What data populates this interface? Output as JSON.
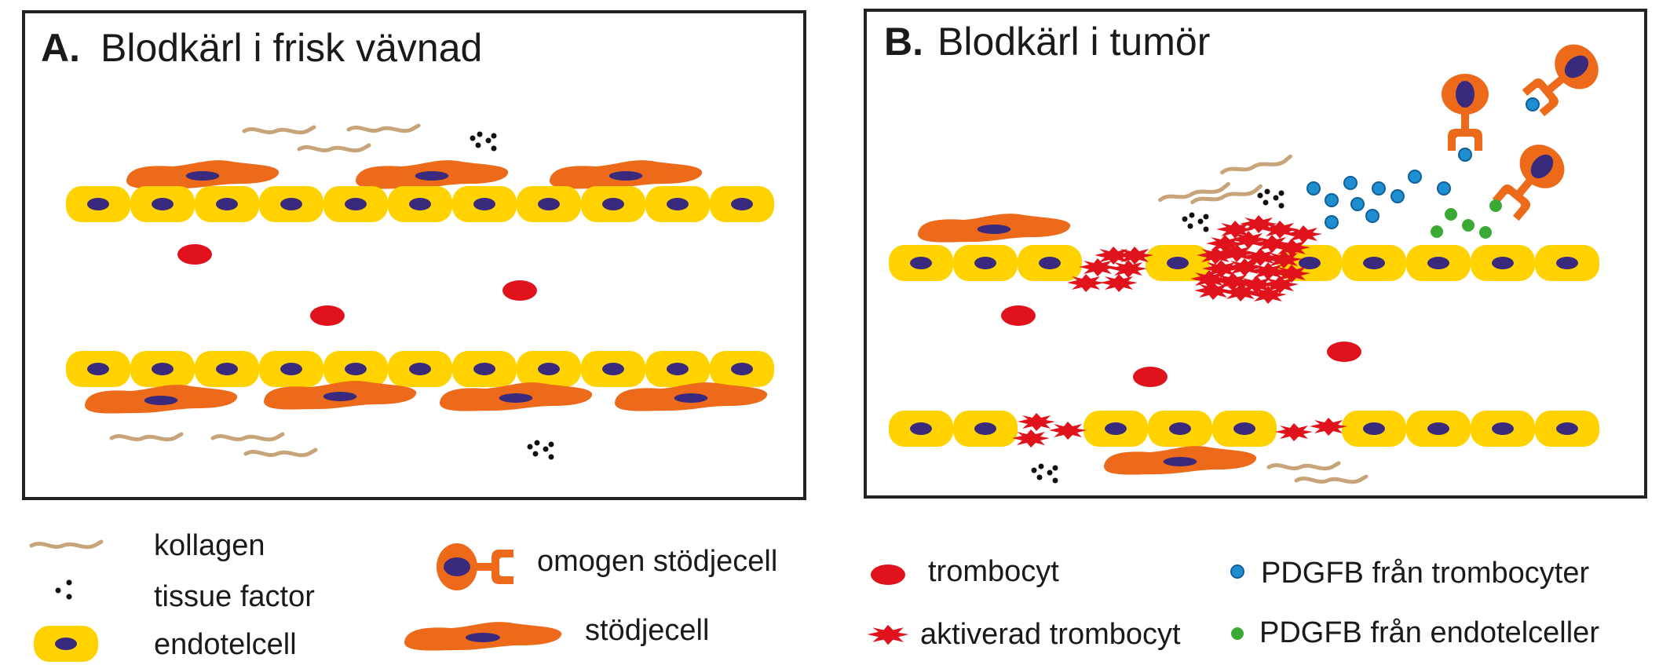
{
  "panels": {
    "a": {
      "letter": "A.",
      "title": "Blodkärl i frisk vävnad"
    },
    "b": {
      "letter": "B.",
      "title": "Blodkärl i tumör"
    }
  },
  "legend": {
    "collagen": "kollagen",
    "tissue_factor": "tissue factor",
    "endothelial": "endotelcell",
    "immature_pericyte": "omogen stödjecell",
    "pericyte": "stödjecell",
    "platelet": "trombocyt",
    "activated_platelet": "aktiverad trombocyt",
    "pdgfb_platelets": "PDGFB från trombocyter",
    "pdgfb_endothelial": "PDGFB från endotelceller"
  },
  "colors": {
    "endothelial": "#ffd200",
    "nucleus": "#3a2a7e",
    "pericyte": "#ec6a1a",
    "platelet": "#e0121c",
    "collagen": "#c8a47a",
    "tissue_factor": "#111111",
    "pdgfb_platelets": "#1f8ed0",
    "pdgfb_endothelial": "#3aaa35",
    "frame": "#222222"
  },
  "icons": {
    "endothelial": "endothelial-cell-icon",
    "pericyte": "pericyte-icon",
    "immature_pericyte": "immature-pericyte-icon",
    "platelet": "platelet-icon",
    "activated_platelet": "activated-platelet-icon",
    "collagen": "collagen-fiber-icon",
    "tissue_factor": "tissue-factor-dots-icon",
    "pdgfb": "pdgfb-dot-icon"
  }
}
